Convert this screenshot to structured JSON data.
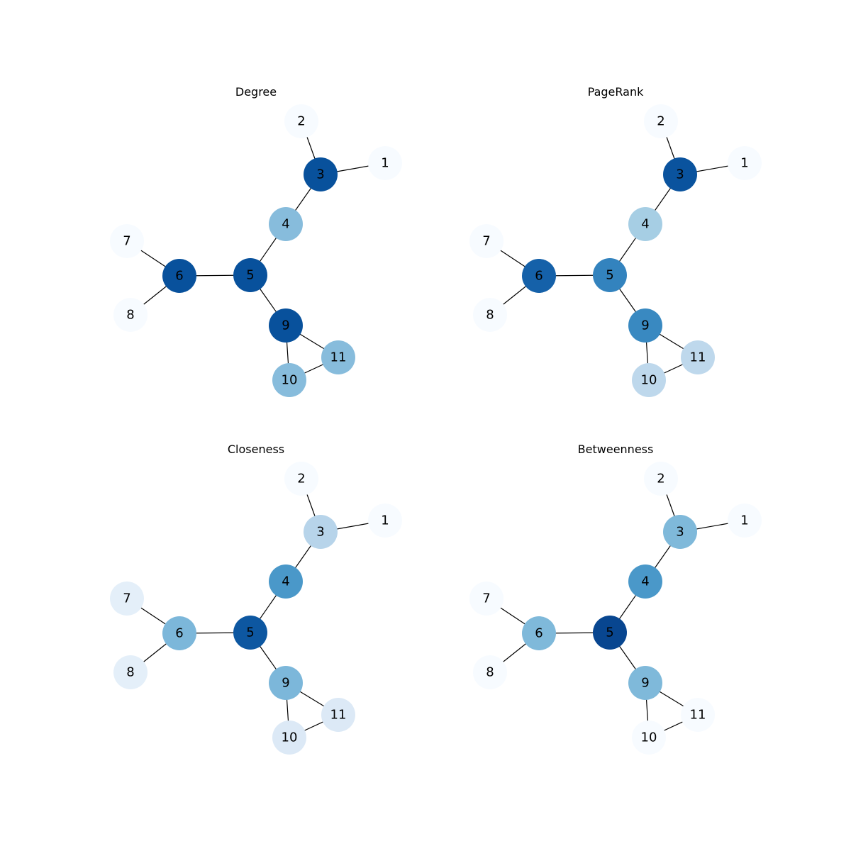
{
  "figure": {
    "background": "#ffffff",
    "edge_color": "#000000",
    "colormap": "Blues"
  },
  "panels": [
    {
      "title": "Degree",
      "node_colors": {
        "1": "#f7fbff",
        "2": "#f7fbff",
        "3": "#08519c",
        "4": "#87bcdc",
        "5": "#08519c",
        "6": "#08519c",
        "7": "#f7fbff",
        "8": "#f7fbff",
        "9": "#08519c",
        "10": "#87bcdc",
        "11": "#87bcdc"
      }
    },
    {
      "title": "PageRank",
      "node_colors": {
        "1": "#f7fbff",
        "2": "#f7fbff",
        "3": "#0a539e",
        "4": "#a6cee4",
        "5": "#3383be",
        "6": "#1561a9",
        "7": "#f7fbff",
        "8": "#f7fbff",
        "9": "#3989c1",
        "10": "#bed8ec",
        "11": "#bed8ec"
      }
    },
    {
      "title": "Closeness",
      "node_colors": {
        "1": "#f7fbff",
        "2": "#f7fbff",
        "3": "#b7d4ea",
        "4": "#4a98c9",
        "5": "#0d57a1",
        "6": "#7cb7da",
        "7": "#e4eff9",
        "8": "#e4eff9",
        "9": "#7cb7da",
        "10": "#dce9f6",
        "11": "#dce9f6"
      }
    },
    {
      "title": "Betweenness",
      "node_colors": {
        "1": "#f7fbff",
        "2": "#f7fbff",
        "3": "#7fb9da",
        "4": "#4a98c9",
        "5": "#084690",
        "6": "#7fb9da",
        "7": "#f7fbff",
        "8": "#f7fbff",
        "9": "#7fb9da",
        "10": "#f7fbff",
        "11": "#f7fbff"
      }
    }
  ],
  "graph": {
    "nodes": [
      "1",
      "2",
      "3",
      "4",
      "5",
      "6",
      "7",
      "8",
      "9",
      "10",
      "11"
    ],
    "edges": [
      [
        "1",
        "3"
      ],
      [
        "2",
        "3"
      ],
      [
        "3",
        "4"
      ],
      [
        "4",
        "5"
      ],
      [
        "5",
        "6"
      ],
      [
        "6",
        "7"
      ],
      [
        "6",
        "8"
      ],
      [
        "5",
        "9"
      ],
      [
        "9",
        "10"
      ],
      [
        "9",
        "11"
      ],
      [
        "10",
        "11"
      ]
    ]
  },
  "label_color_light": "#000000",
  "label_color_dark": "#000000"
}
